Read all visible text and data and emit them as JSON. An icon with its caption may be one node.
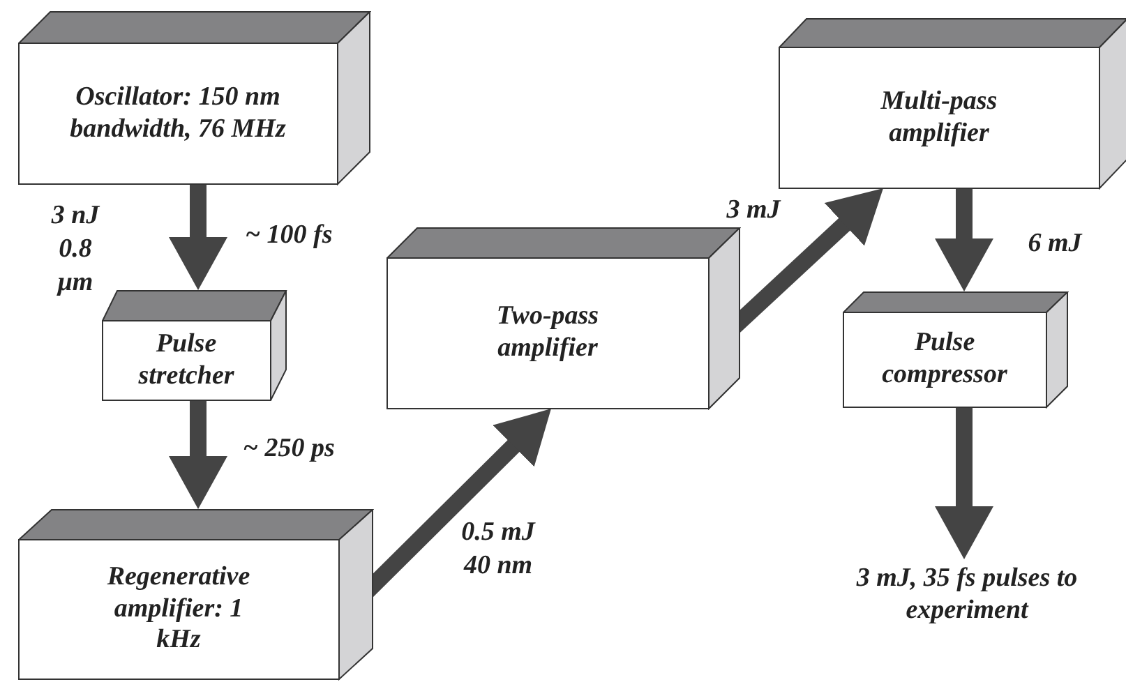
{
  "diagram": {
    "nodes": [
      {
        "text": [
          "Oscillator: 150 nm bandwidth, 76 MHz"
        ]
      },
      {
        "text": [
          "Pulse stretcher"
        ]
      },
      {
        "text": [
          "Regenerative amplifier: 1 kHz"
        ]
      },
      {
        "text": [
          "Two-pass amplifier"
        ]
      },
      {
        "text": [
          "Multi-pass amplifier"
        ]
      },
      {
        "text": [
          "Pulse compressor"
        ]
      },
      {
        "text": [
          "3 mJ, 35 fs pulses to experiment"
        ]
      }
    ],
    "edges": [
      {
        "from": 0,
        "to": 1,
        "arrow": "to",
        "label": "~ 100 fs"
      },
      {
        "from": 1,
        "to": 2,
        "arrow": "to",
        "label": "~ 250 ps"
      },
      {
        "from": 2,
        "to": 3,
        "arrow": "to",
        "label": "0.5 mJ 40 nm"
      },
      {
        "from": 3,
        "to": 4,
        "arrow": "to",
        "label": "3 mJ"
      },
      {
        "from": 4,
        "to": 5,
        "arrow": "to",
        "label": "6 mJ"
      },
      {
        "from": 5,
        "to": 6,
        "arrow": "to"
      }
    ],
    "labels": [
      "3 nJ 0.8 μm"
    ]
  }
}
